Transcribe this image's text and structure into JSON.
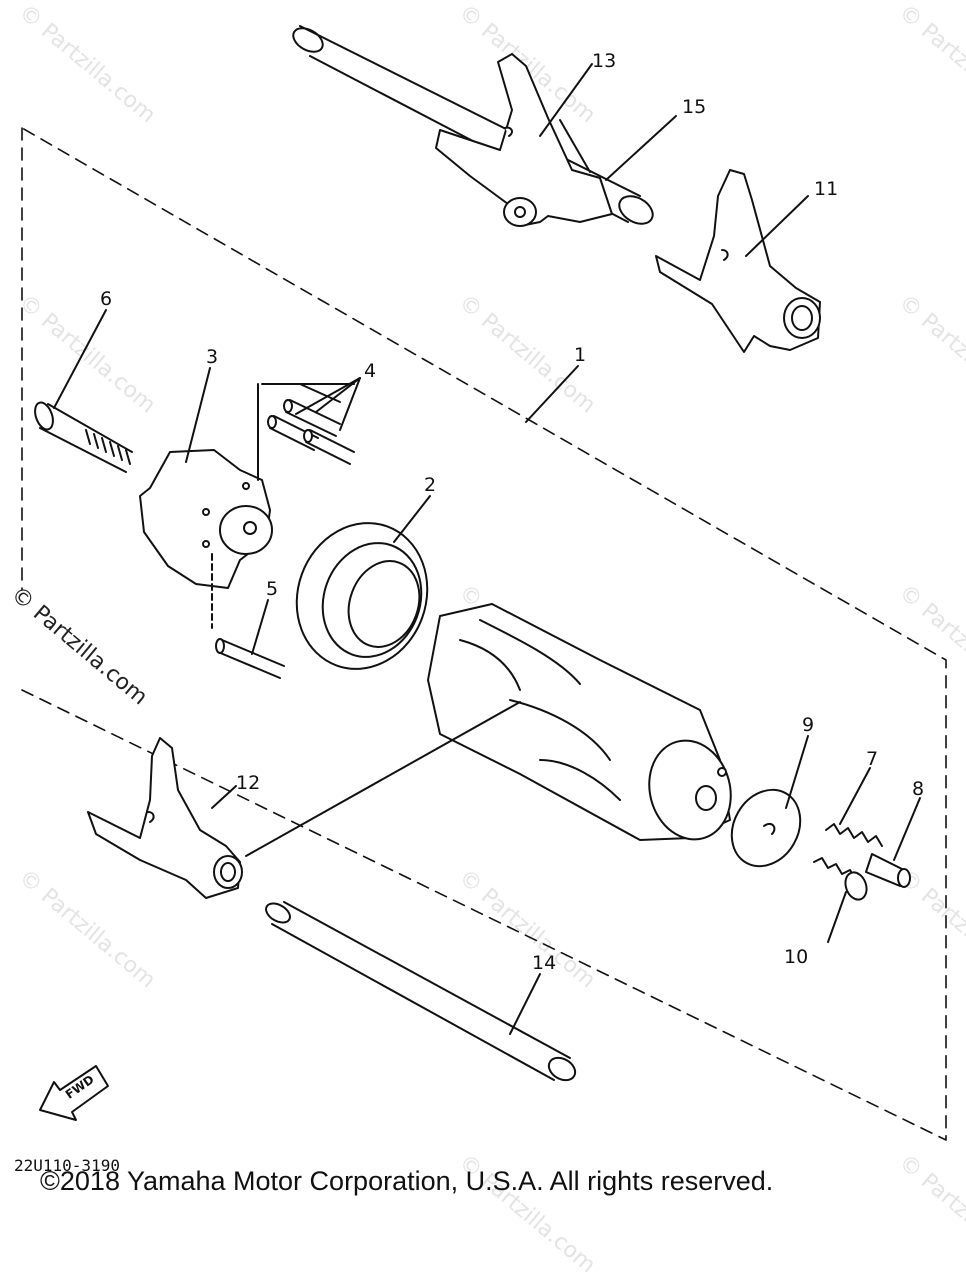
{
  "watermark": "© Partzilla.com",
  "diagram_code": "22U110-3190",
  "copyright": "©2018  Yamaha Motor Corporation, U.S.A. All rights reserved.",
  "fwd_label": "FWD",
  "callouts": [
    "1",
    "2",
    "3",
    "4",
    "5",
    "6",
    "7",
    "8",
    "9",
    "10",
    "11",
    "12",
    "13",
    "14",
    "15"
  ]
}
